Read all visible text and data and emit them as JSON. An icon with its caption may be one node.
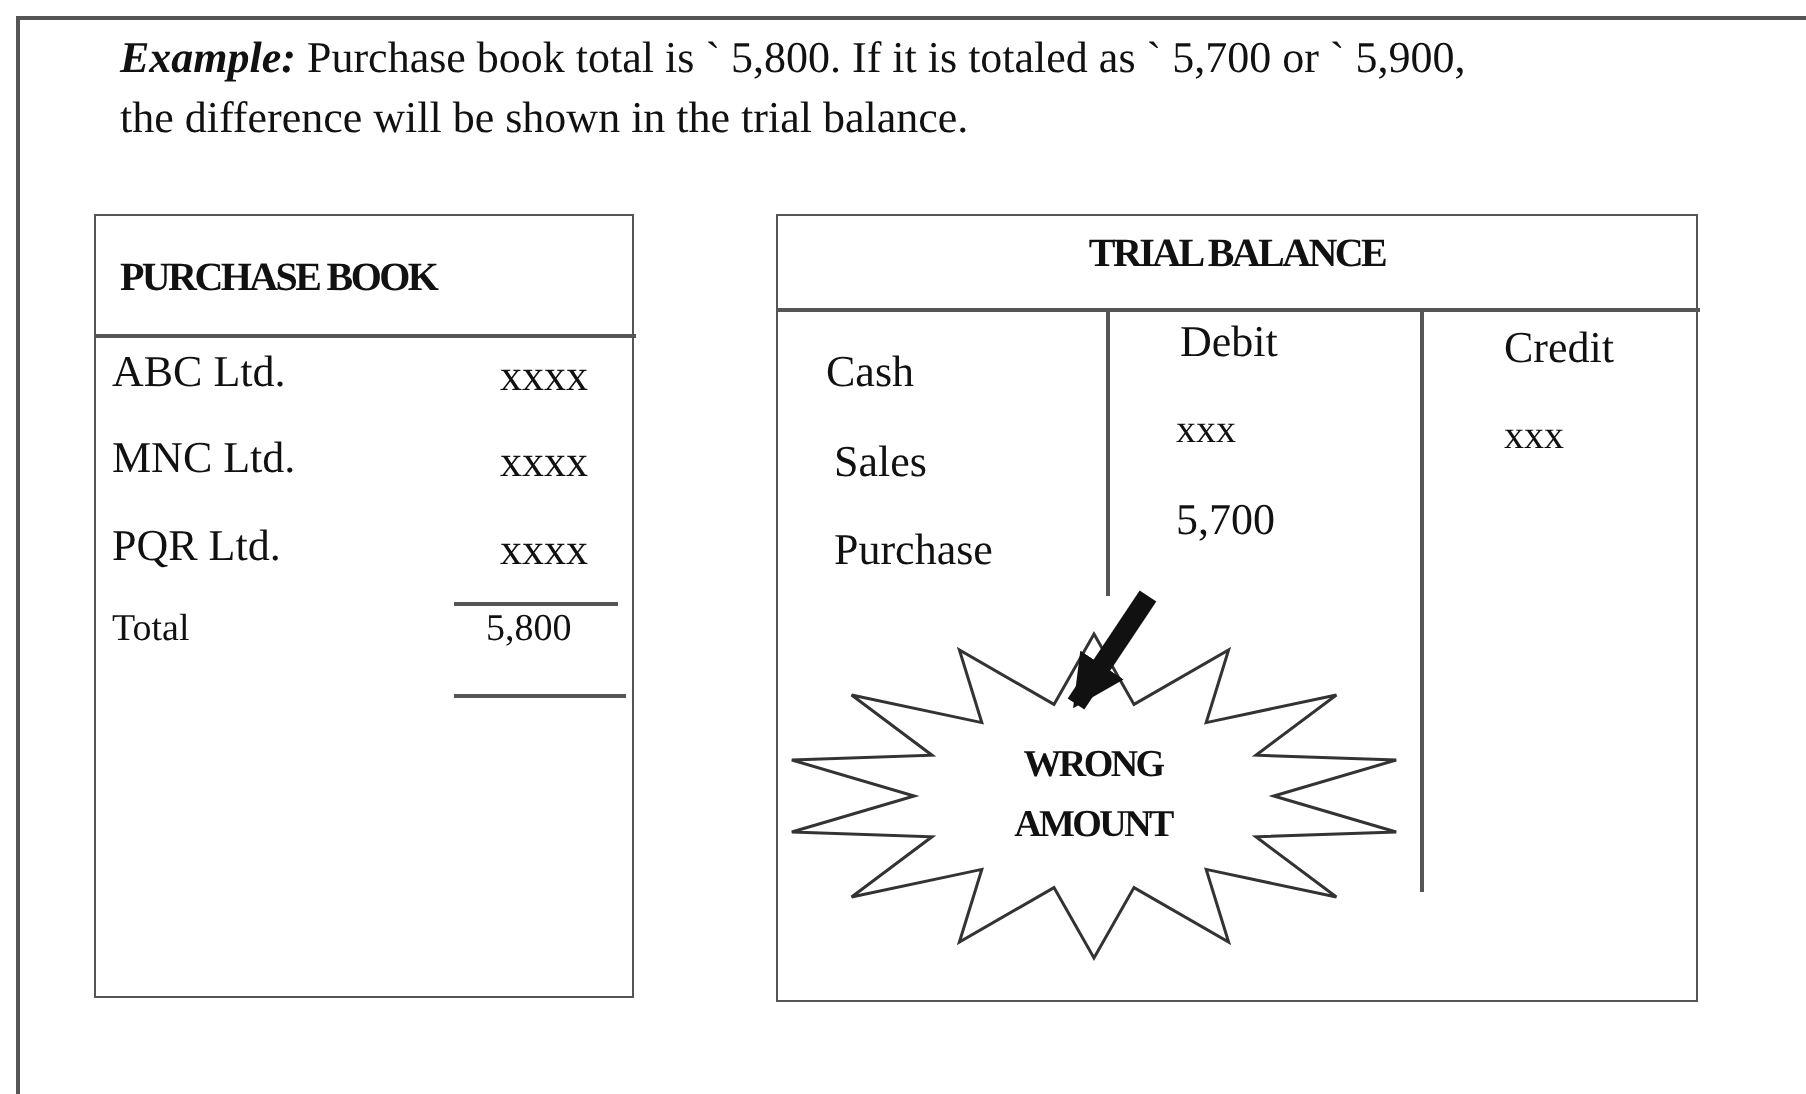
{
  "diagram": {
    "nodes": [
      {
        "text": [
          "PURCHASE BOOK"
        ]
      },
      {
        "text": [
          "TRIAL BALANCE"
        ]
      },
      {
        "text": [
          "WRONG AMOUNT"
        ],
        "in": 1
      }
    ],
    "edges": [
      {
        "from": null,
        "to": 2,
        "arrow": "to"
      }
    ],
    "labels": [
      "**Example:** Purchase book total is ` 5,800. If it is totaled as ` 5,700 or ` 5,900, the difference will be shown in the trial balance.",
      "ABC Ltd.",
      "xxxx",
      "MNC Ltd.",
      "xxxx",
      "PQR Ltd.",
      "xxxx",
      "Total",
      "5,800",
      "Debit",
      "Credit",
      "Cash",
      "xxx",
      "xxx",
      "Sales",
      "5,700",
      "Purchase"
    ]
  }
}
